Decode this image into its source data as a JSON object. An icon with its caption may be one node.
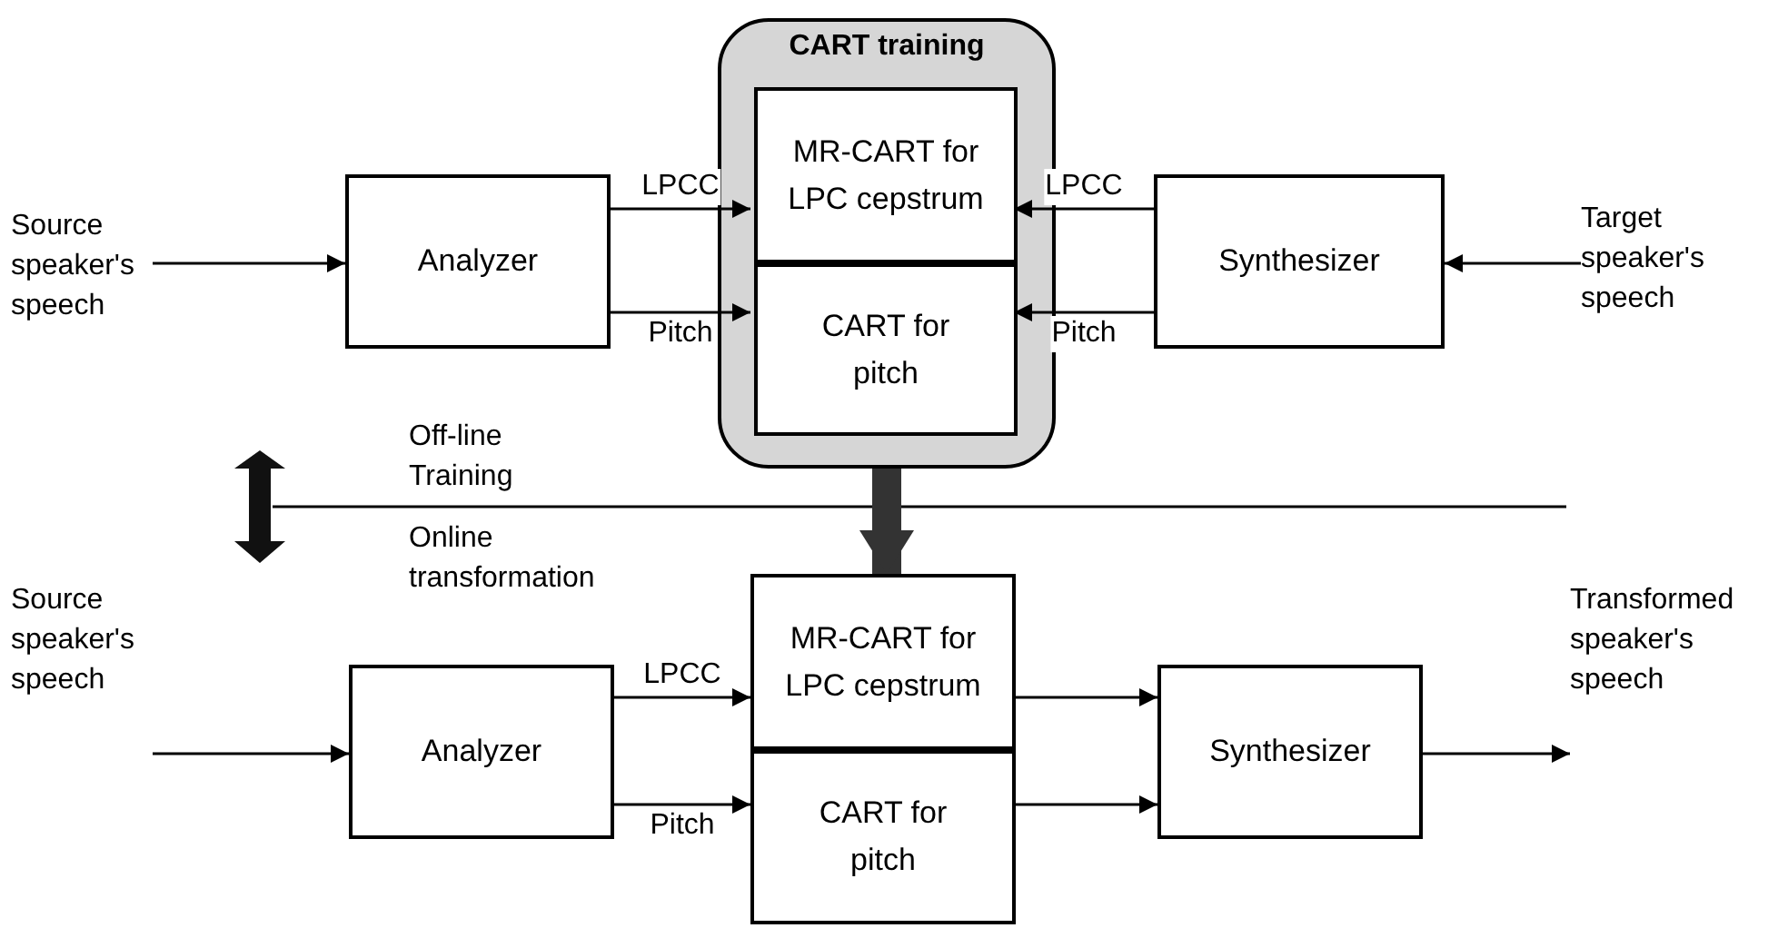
{
  "diagram": {
    "nodes": [
      {
        "text": [
          "Source speaker's speech"
        ]
      },
      {
        "text": [
          "Analyzer"
        ]
      },
      {
        "text": [
          "CART training"
        ]
      },
      {
        "text": [
          "MR-CART for LPC cepstrum"
        ],
        "in": 2
      },
      {
        "text": [
          "CART for pitch"
        ],
        "in": 2
      },
      {
        "text": [
          "Synthesizer"
        ]
      },
      {
        "text": [
          "Target speaker's speech"
        ]
      },
      {
        "text": [
          "Source speaker's speech"
        ]
      },
      {
        "text": [
          "Analyzer"
        ]
      },
      {
        "text": [
          "MR-CART for LPC cepstrum"
        ]
      },
      {
        "text": [
          "CART for pitch"
        ]
      },
      {
        "text": [
          "Synthesizer"
        ]
      },
      {
        "text": [
          "Transformed speaker's speech"
        ]
      }
    ],
    "edges": [
      {
        "from": 0,
        "to": 1,
        "arrow": "to"
      },
      {
        "from": 1,
        "to": 3,
        "arrow": "to",
        "label": "LPCC"
      },
      {
        "from": 1,
        "to": 4,
        "arrow": "to",
        "label": "Pitch"
      },
      {
        "from": 5,
        "to": 3,
        "arrow": "to",
        "label": "LPCC"
      },
      {
        "from": 5,
        "to": 4,
        "arrow": "to",
        "label": "Pitch"
      },
      {
        "from": 6,
        "to": 5,
        "arrow": "to"
      },
      {
        "from": 2,
        "to": 9,
        "arrow": "to",
        "style": "thick"
      },
      {
        "from": 7,
        "to": 8,
        "arrow": "to"
      },
      {
        "from": 8,
        "to": 9,
        "arrow": "to",
        "label": "LPCC"
      },
      {
        "from": 8,
        "to": 10,
        "arrow": "to",
        "label": "Pitch"
      },
      {
        "from": 9,
        "to": 11,
        "arrow": "to"
      },
      {
        "from": 10,
        "to": 11,
        "arrow": "to"
      },
      {
        "from": 11,
        "to": 12,
        "arrow": "to"
      }
    ],
    "labels": [
      "Off-line Training",
      "Online transformation"
    ]
  }
}
